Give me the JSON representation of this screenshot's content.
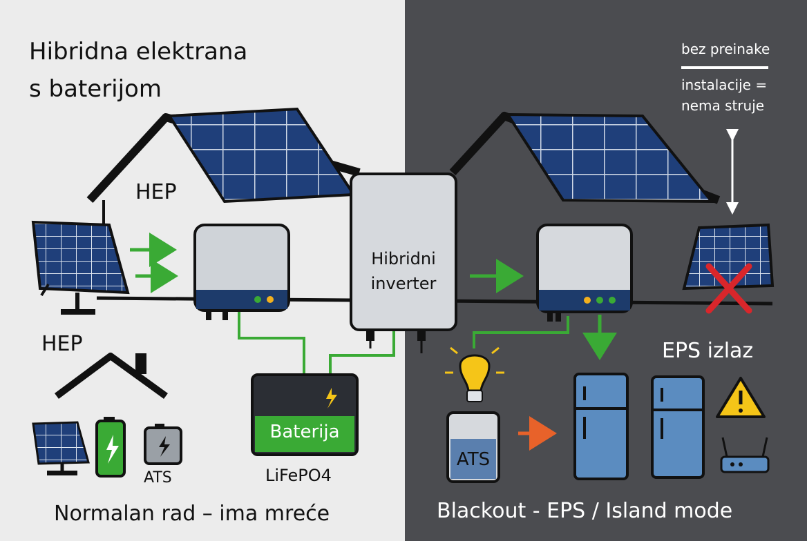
{
  "left": {
    "title_line1": "Hibridna elektrana",
    "title_line2": "s baterijom",
    "grid_label_top": "HEP",
    "grid_label_bottom": "HEP",
    "battery_label": "Baterija",
    "battery_type": "LiFePO4",
    "ats_label": "ATS",
    "footer": "Normalan rad – ima mreće"
  },
  "center": {
    "inverter_line1": "Hibridni",
    "inverter_line2": "inverter"
  },
  "right": {
    "note_line1": "bez preinake",
    "note_line2": "instalacije =",
    "note_line3": "nema struje",
    "eps_label": "EPS izlaz",
    "ats_label": "ATS",
    "footer": "Blackout - EPS / Island mode"
  },
  "colors": {
    "left_bg": "#ececec",
    "right_bg": "#4b4c50",
    "panel_blue": "#1f3f7a",
    "flow_green": "#3aaa35",
    "flow_orange": "#e8622a",
    "fail_red": "#d9262b",
    "warning_yellow": "#f5c518",
    "appliance_blue": "#5b8cc0"
  },
  "icons": [
    "solar-panel-icon",
    "inverter-icon",
    "battery-icon",
    "house-icon",
    "bulb-icon",
    "fridge-icon",
    "warning-icon",
    "router-icon",
    "cross-icon",
    "double-arrow-icon"
  ]
}
